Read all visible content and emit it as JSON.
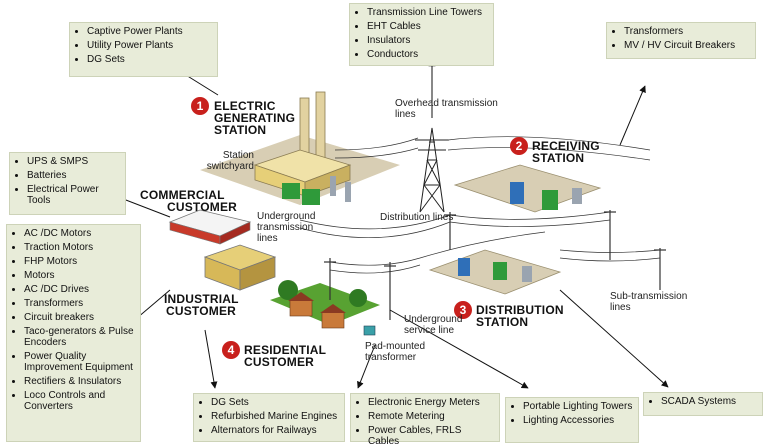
{
  "boxes": {
    "generating": [
      "Captive Power Plants",
      "Utility Power Plants",
      "DG Sets"
    ],
    "transmission": [
      "Transmission Line Towers",
      "EHT Cables",
      "Insulators",
      "Conductors"
    ],
    "receiving": [
      "Transformers",
      "MV / HV Circuit Breakers"
    ],
    "commercial": [
      "UPS & SMPS",
      "Batteries",
      "Electrical Power Tools"
    ],
    "industrial": [
      "AC /DC Motors",
      "Traction Motors",
      "FHP Motors",
      "Motors",
      "AC /DC Drives",
      "Transformers",
      "Circuit breakers",
      "Taco-generators & Pulse Encoders",
      "Power Quality Improvement Equipment",
      "Rectifiers & Insulators",
      "Loco Controls and Converters"
    ],
    "residential": [
      "DG Sets",
      "Refurbished Marine Engines",
      "Alternators for Railways"
    ],
    "meters": [
      "Electronic Energy Meters",
      "Remote Metering",
      "Power Cables, FRLS Cables"
    ],
    "lighting": [
      "Portable Lighting Towers",
      "Lighting Accessories"
    ],
    "scada": [
      "SCADA Systems"
    ]
  },
  "stations": {
    "s1": {
      "num": "1",
      "line1": "ELECTRIC",
      "line2": "GENERATING",
      "line3": "STATION"
    },
    "s2": {
      "num": "2",
      "line1": "RECEIVING",
      "line2": "STATION"
    },
    "s3": {
      "num": "3",
      "line1": "DISTRIBUTION",
      "line2": "STATION"
    },
    "s4": {
      "num": "4",
      "line1": "RESIDENTIAL",
      "line2": "CUSTOMER"
    },
    "commercial": {
      "line1": "COMMERCIAL",
      "line2": "CUSTOMER"
    },
    "industrial": {
      "line1": "INDUSTRIAL",
      "line2": "CUSTOMER"
    }
  },
  "labels": {
    "switchyard1": "Station",
    "switchyard2": "switchyard",
    "overhead1": "Overhead transmission",
    "overhead2": "lines",
    "underground1": "Underground",
    "underground2": "transmission",
    "underground3": "lines",
    "distribution": "Distribution lines",
    "service1": "Underground",
    "service2": "service line",
    "padmount1": "Pad-mounted",
    "padmount2": "transformer",
    "subtrans1": "Sub-transmission",
    "subtrans2": "lines"
  },
  "colors": {
    "box_bg": "#e8ecd9",
    "badge": "#c8201c",
    "ground": "#d8ceb4",
    "grass": "#58a232",
    "transformer_green": "#2f9a3a",
    "transformer_blue": "#2f6fb8"
  }
}
